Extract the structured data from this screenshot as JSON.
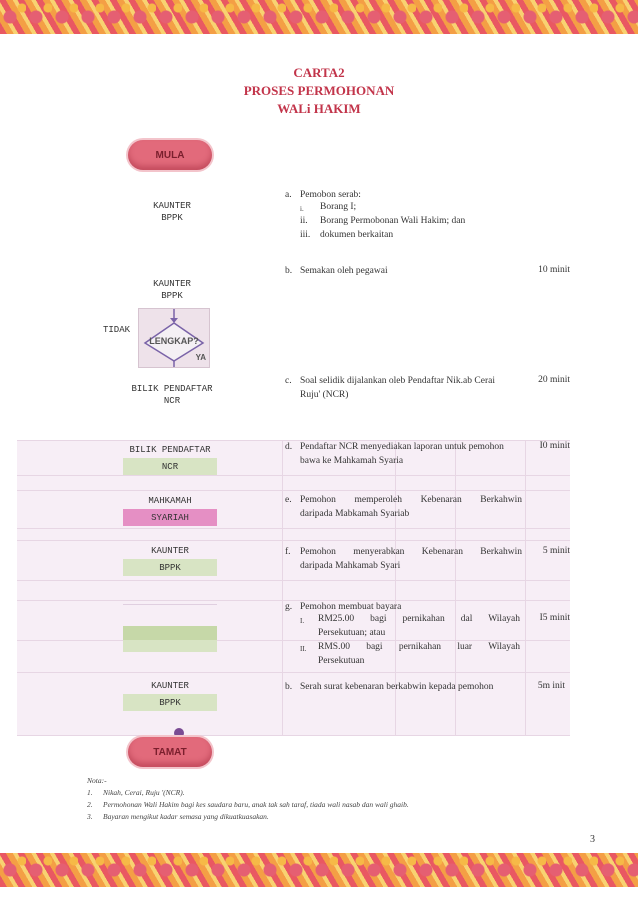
{
  "header": {
    "line1": "CARTA2",
    "line2": "PROSES PERMOHONAN",
    "line3": "WALi HAKIM"
  },
  "flow": {
    "start": "MULA",
    "end": "TAMAT",
    "decision": "LENGKAP?",
    "decision_no": "TIDAK",
    "decision_yes": "YA",
    "stations": [
      {
        "line1": "KAUNTER",
        "line2": "BPPK"
      },
      {
        "line1": "KAUNTER",
        "line2": "BPPK"
      },
      {
        "line1": "BILIK PENDAFTAR",
        "line2": "NCR"
      },
      {
        "line1": "BILIK PENDAFTAR",
        "line2": "NCR"
      },
      {
        "line1": "MAHKAMAH",
        "line2": "SYARIAH"
      },
      {
        "line1": "KAUNTER",
        "line2": "BPPK"
      },
      {
        "line1": "KAUNTER",
        "line2": "BPPK"
      }
    ]
  },
  "steps": {
    "a": {
      "label": "a.",
      "text": "Pemobon serab:",
      "items": [
        {
          "marker": "i.",
          "text": "Borang I;"
        },
        {
          "marker": "ii.",
          "text": "Borang Permobonan Wali Hakim; dan"
        },
        {
          "marker": "iii.",
          "text": "dokumen berkaitan"
        }
      ]
    },
    "b": {
      "label": "b.",
      "text": "Semakan oleh pegawai",
      "time": "10 minit"
    },
    "c": {
      "label": "c.",
      "text1": "Soal selidik dijalankan oleb Pendaftar Nik.ab Cerai",
      "text2": "Ruju' (NCR)",
      "time": "20 minit"
    },
    "d": {
      "label": "d.",
      "text1": "Pendaftar NCR menyediakan laporan untuk pemohon",
      "text2": "bawa ke Mahkamah Syaria",
      "time": "I0 minit"
    },
    "e": {
      "label": "e.",
      "text1": "Pemohon memperoleh Kebenaran Berkahwin",
      "text2": "daripada Mabkamah Syariab"
    },
    "f": {
      "label": "f.",
      "text1": "Pemohon menyerabkan Kebenaran Berkahwin",
      "text2": "daripada Mahkamab Syari",
      "time": "5 minit"
    },
    "g": {
      "label": "g.",
      "text": "Pemohon membuat bayara",
      "items": [
        {
          "marker": "I.",
          "text1": "RM25.00 bagi pernikahan dal Wilayah",
          "text2": "Persekutuan; atau"
        },
        {
          "marker": "II.",
          "text1": "RMS.00 bagi pernikahan luar Wilayah",
          "text2": "Persekutuan"
        }
      ],
      "time": "I5 minit"
    },
    "h": {
      "label": "b.",
      "text": "Serah surat kebenaran berkabwin kepada pemohon",
      "time": "5m init"
    }
  },
  "notes": {
    "title": "Nota:-",
    "items": [
      {
        "marker": "1.",
        "text": "Nikah, Cerai, Ruju '(NCR)."
      },
      {
        "marker": "2.",
        "text": "Permohonan Wali Hakim bagi kes saudara baru, anak tak sah taraf, tiada wali nasab dan wali ghaib."
      },
      {
        "marker": "3.",
        "text": "Bayaran mengikut kadar semasa yang dikuatkuasakan."
      }
    ]
  },
  "page_number": "3",
  "colors": {
    "title": "#c2344a",
    "pill": "#e26a7b",
    "green": "#d8e4c4",
    "pink": "#e58fc4"
  }
}
